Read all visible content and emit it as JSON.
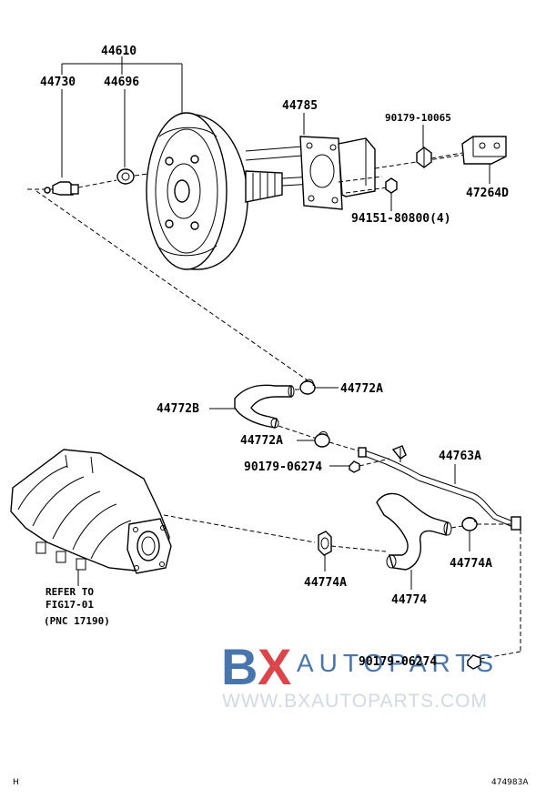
{
  "labels": {
    "booster_assy": "44610",
    "check_valve": "44730",
    "grommet": "44696",
    "gasket": "44785",
    "bolt_90179_10065": "90179-10065",
    "clevis": "47264D",
    "nut_94151": "94151-80800(4)",
    "hose_44772b": "44772B",
    "clamp_44772a_top": "44772A",
    "clamp_44772a_mid": "44772A",
    "nut_90179_06274_mid": "90179-06274",
    "pipe_44763a": "44763A",
    "hose_44774": "44774",
    "clamp_44774a_left": "44774A",
    "clamp_44774a_right": "44774A",
    "nut_90179_06274_bottom": "90179-06274",
    "refer_line1": "REFER TO",
    "refer_line2": "FIG17-01",
    "refer_line3": "(PNC 17190)"
  },
  "watermark": {
    "brand_b": "B",
    "brand_x": "X",
    "brand_rest": "AUTOPARTS",
    "url": "WWW.BXAUTOPARTS.COM",
    "colors": {
      "blue": "#2a5d9f",
      "red": "#d7262b",
      "light": "#c9d3df"
    }
  },
  "footer": {
    "left_code": "H",
    "right_code": "474983A"
  }
}
